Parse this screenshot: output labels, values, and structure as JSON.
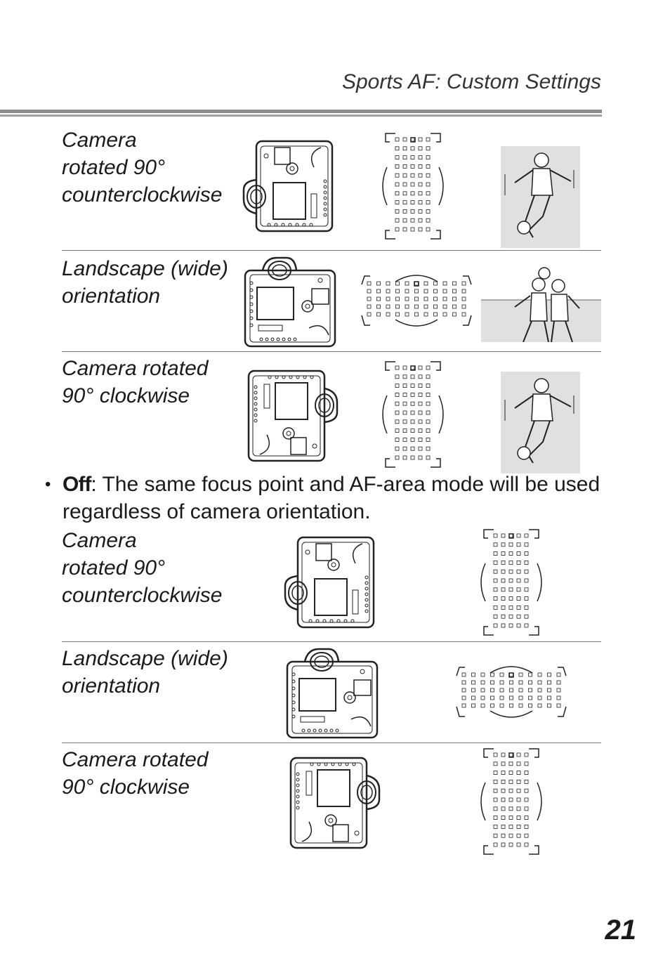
{
  "header": {
    "title": "Sports AF: Custom Settings"
  },
  "section_on": {
    "rows": [
      {
        "label": "Camera\nrotated 90°\ncounterclockwise"
      },
      {
        "label": "Landscape (wide)\norientation"
      },
      {
        "label": "Camera rotated\n90° clockwise"
      }
    ]
  },
  "bullet": {
    "marker": "•",
    "term": "Off",
    "text": ": The same focus point and AF-area mode will be used regardless of camera orientation."
  },
  "section_off": {
    "rows": [
      {
        "label": "Camera\nrotated 90°\ncounterclockwise"
      },
      {
        "label": "Landscape (wide)\norientation"
      },
      {
        "label": "Camera rotated\n90° clockwise"
      }
    ]
  },
  "page_number": "21"
}
